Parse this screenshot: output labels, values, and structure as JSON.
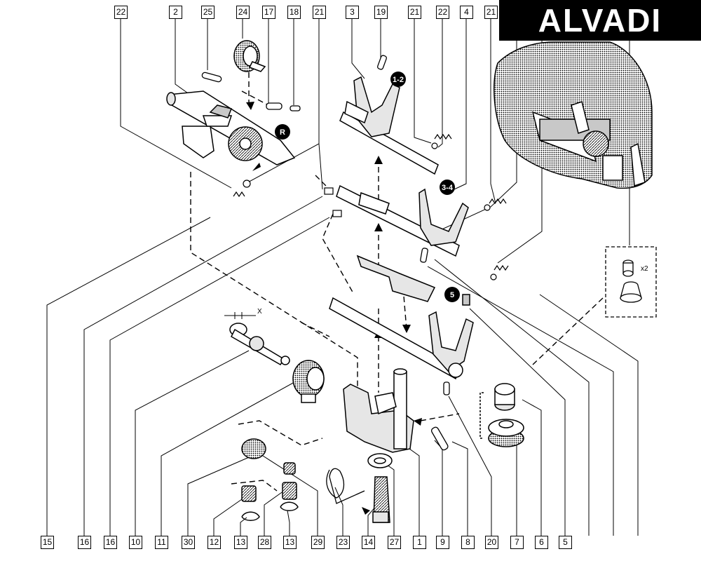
{
  "brand": {
    "logo_text": "ALVADI"
  },
  "diagram": {
    "top_callouts": [
      "22",
      "2",
      "25",
      "24",
      "17",
      "18",
      "21",
      "3",
      "19",
      "21",
      "22",
      "4",
      "21"
    ],
    "bottom_callouts": [
      "15",
      "16",
      "16",
      "10",
      "11",
      "30",
      "12",
      "13",
      "28",
      "13",
      "29",
      "23",
      "14",
      "27",
      "1",
      "9",
      "8",
      "20",
      "7",
      "6",
      "5"
    ],
    "gear_badges": [
      "1-2",
      "R",
      "3-4",
      "5"
    ],
    "inset_label": "x2",
    "dimension_label": "X"
  },
  "colors": {
    "ink": "#000000",
    "paper": "#ffffff",
    "fill_light": "#e6e6e6",
    "fill_mid": "#c8c8c8"
  }
}
